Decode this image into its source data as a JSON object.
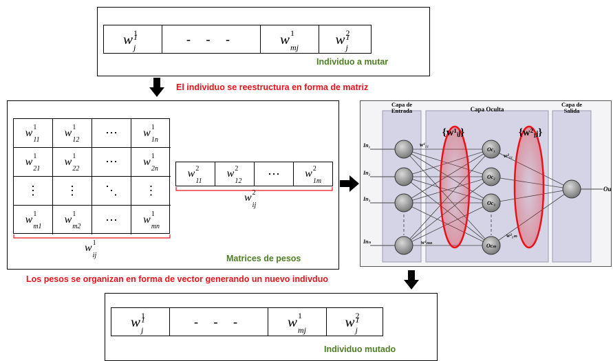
{
  "top_box": {
    "cells": [
      {
        "base": "w",
        "sup": "1",
        "sub": "1 j"
      },
      {
        "dots": "- - -"
      },
      {
        "base": "w",
        "sup": "1",
        "sub": "mj"
      },
      {
        "base": "w",
        "sup": "2",
        "sub": "1 j"
      }
    ],
    "caption": "Individuo a mutar"
  },
  "step1_label": "El individuo se reestructura en forma de matriz",
  "matrix_box": {
    "matrix": [
      [
        {
          "base": "w",
          "sup": "1",
          "sub": "11"
        },
        {
          "base": "w",
          "sup": "1",
          "sub": "12"
        },
        {
          "sym": "⋯"
        },
        {
          "base": "w",
          "sup": "1",
          "sub": "1n"
        }
      ],
      [
        {
          "base": "w",
          "sup": "1",
          "sub": "21"
        },
        {
          "base": "w",
          "sup": "1",
          "sub": "22"
        },
        {
          "sym": "⋯"
        },
        {
          "base": "w",
          "sup": "1",
          "sub": "2n"
        }
      ],
      [
        {
          "sym": "⋮"
        },
        {
          "sym": "⋮"
        },
        {
          "sym": "⋱"
        },
        {
          "sym": "⋮"
        }
      ],
      [
        {
          "base": "w",
          "sup": "1",
          "sub": "m1"
        },
        {
          "base": "w",
          "sup": "1",
          "sub": "m2"
        },
        {
          "sym": "⋯"
        },
        {
          "base": "w",
          "sup": "1",
          "sub": "mn"
        }
      ]
    ],
    "matrix_label": {
      "base": "w",
      "sup": "1",
      "sub": "ij"
    },
    "vector": [
      {
        "base": "w",
        "sup": "2",
        "sub": "11"
      },
      {
        "base": "w",
        "sup": "2",
        "sub": "12"
      },
      {
        "sym": "⋯"
      },
      {
        "base": "w",
        "sup": "2",
        "sub": "1m"
      }
    ],
    "vector_label": {
      "base": "w",
      "sup": "2",
      "sub": "ij"
    },
    "caption": "Matrices de pesos"
  },
  "network": {
    "layer_titles": [
      "Capa de Entrada",
      "Capa Oculta",
      "Capa de Salida"
    ],
    "weights1": "{w¹ᵢⱼ}",
    "weights2": "{w²₁ⱼ}",
    "inputs": [
      "In₁",
      "In₂",
      "In₃",
      "Inₙ"
    ],
    "hidden": [
      "Oc₁",
      "Oc₂",
      "Oc₃",
      "Ocₘ"
    ],
    "output": "Ou",
    "w11": "w¹₁₁",
    "wmn": "w¹ₘₙ",
    "w2_11": "w²₁₁",
    "w2_1m": "w²₁ₘ"
  },
  "step2_label": "Los pesos se organizan en forma de vector generando un nuevo indivduo",
  "bottom_box": {
    "cells": [
      {
        "base": "w",
        "sup": "1",
        "sub": "1 j"
      },
      {
        "dots": "- - -"
      },
      {
        "base": "w",
        "sup": "1",
        "sub": "mj"
      },
      {
        "base": "w",
        "sup": "2",
        "sub": "1 j"
      }
    ],
    "caption": "Individuo mutado"
  },
  "colors": {
    "caption_green": "#4e7d24",
    "label_red": "#e8131a",
    "ellipse_red": "#e8131a"
  }
}
